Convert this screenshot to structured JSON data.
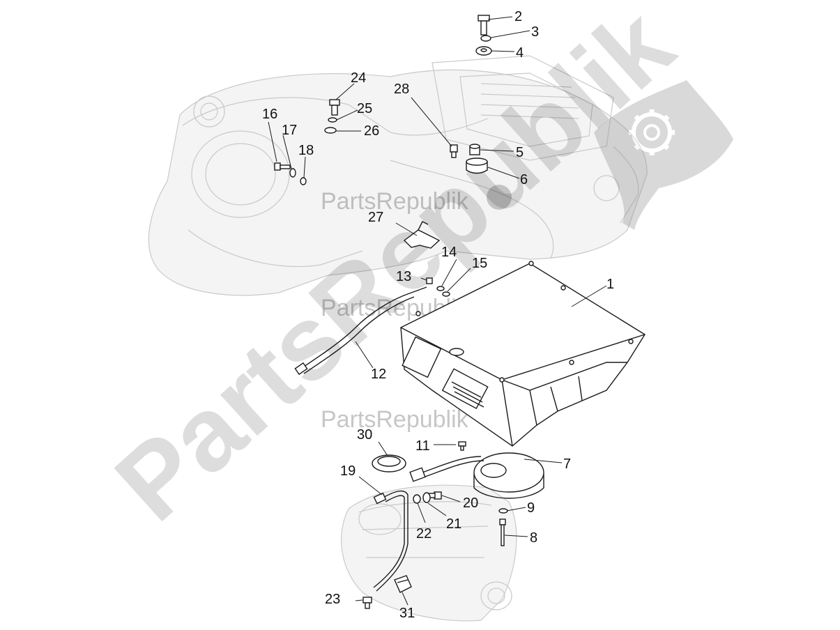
{
  "watermark": {
    "big_text": "PartsRepublik",
    "small_text": "PartsRepublik",
    "color": "#9a9a9a"
  },
  "logo": {
    "icon": "gear-flag-icon"
  },
  "callouts": [
    {
      "id": "1",
      "label": "1"
    },
    {
      "id": "2",
      "label": "2"
    },
    {
      "id": "3",
      "label": "3"
    },
    {
      "id": "4",
      "label": "4"
    },
    {
      "id": "5",
      "label": "5"
    },
    {
      "id": "6",
      "label": "6"
    },
    {
      "id": "7",
      "label": "7"
    },
    {
      "id": "8",
      "label": "8"
    },
    {
      "id": "9",
      "label": "9"
    },
    {
      "id": "11",
      "label": "11"
    },
    {
      "id": "12",
      "label": "12"
    },
    {
      "id": "13",
      "label": "13"
    },
    {
      "id": "14",
      "label": "14"
    },
    {
      "id": "15",
      "label": "15"
    },
    {
      "id": "16",
      "label": "16"
    },
    {
      "id": "17",
      "label": "17"
    },
    {
      "id": "18",
      "label": "18"
    },
    {
      "id": "19",
      "label": "19"
    },
    {
      "id": "20",
      "label": "20"
    },
    {
      "id": "21",
      "label": "21"
    },
    {
      "id": "22",
      "label": "22"
    },
    {
      "id": "23",
      "label": "23"
    },
    {
      "id": "24",
      "label": "24"
    },
    {
      "id": "25",
      "label": "25"
    },
    {
      "id": "26",
      "label": "26"
    },
    {
      "id": "27",
      "label": "27"
    },
    {
      "id": "28",
      "label": "28"
    },
    {
      "id": "30",
      "label": "30"
    },
    {
      "id": "31",
      "label": "31"
    }
  ]
}
